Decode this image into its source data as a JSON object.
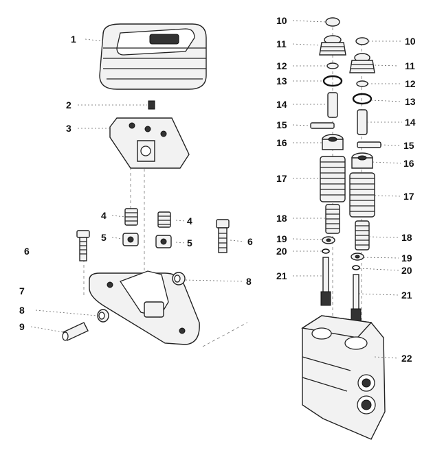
{
  "labels": [
    "1",
    "2",
    "3",
    "4",
    "4",
    "5",
    "5",
    "6",
    "6",
    "7",
    "8",
    "8",
    "9",
    "10",
    "10",
    "11",
    "11",
    "12",
    "12",
    "13",
    "13",
    "14",
    "14",
    "15",
    "15",
    "16",
    "16",
    "17",
    "17",
    "18",
    "18",
    "19",
    "19",
    "20",
    "20",
    "21",
    "21",
    "22"
  ]
}
